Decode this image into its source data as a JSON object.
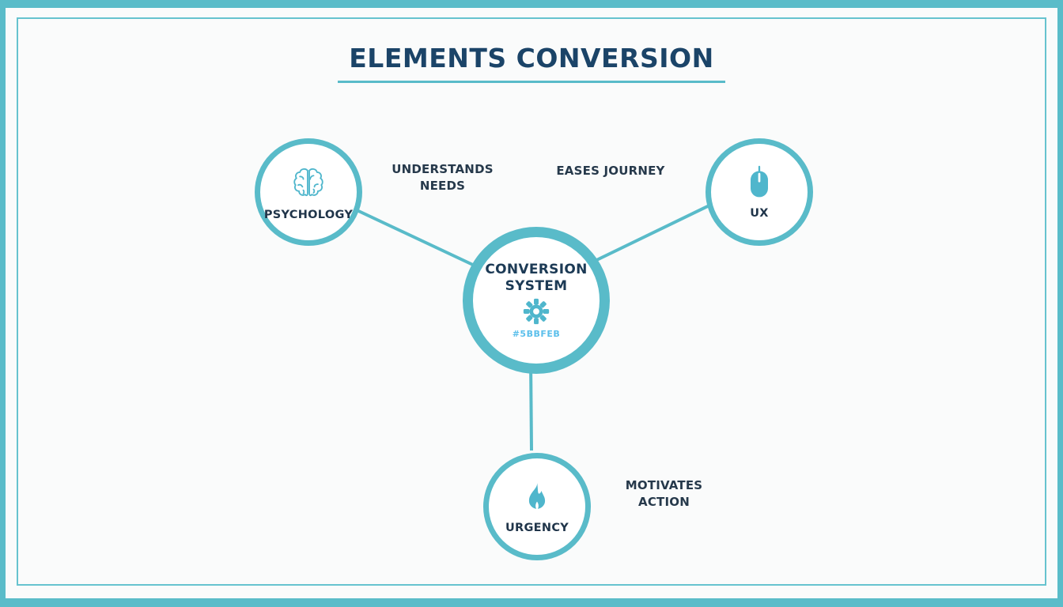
{
  "title": "ELEMENTS CONVERSION",
  "center": {
    "label": "CONVERSION SYSTEM",
    "hex": "#5BBFEB"
  },
  "nodes": {
    "psychology": {
      "label": "PSYCHOLOGY",
      "icon": "brain-icon"
    },
    "ux": {
      "label": "UX",
      "icon": "mouse-icon"
    },
    "urgency": {
      "label": "URGENCY",
      "icon": "flame-icon"
    },
    "center": {
      "icon": "gear-icon"
    }
  },
  "edges": {
    "psychology": {
      "label": "UNDERSTANDS NEEDS"
    },
    "ux": {
      "label": "EASES JOURNEY"
    },
    "urgency": {
      "label": "MOTIVATES ACTION"
    }
  },
  "colors": {
    "teal": "#59BBC9",
    "navy": "#1B4468",
    "accent": "#5BBFEB",
    "icon_teal": "#4FB6CC"
  }
}
